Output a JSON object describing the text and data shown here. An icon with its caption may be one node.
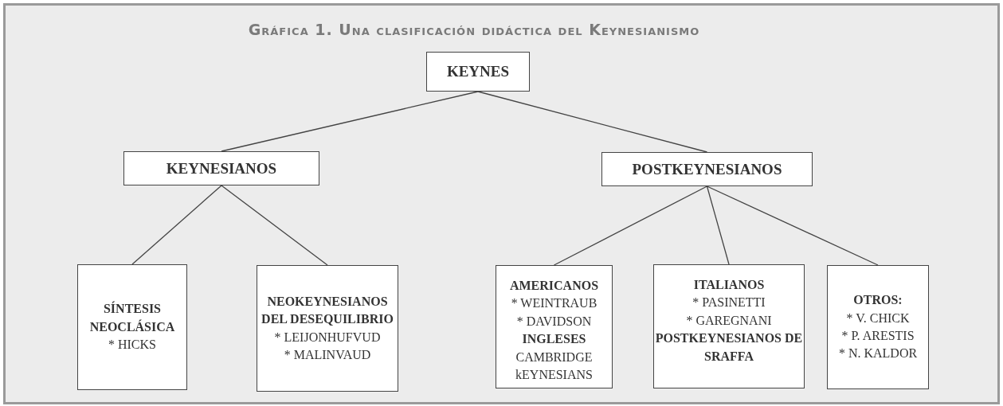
{
  "diagram": {
    "title": "Gráfica 1. Una clasificación didáctica del Keynesianismo",
    "nodes": [
      {
        "text": [
          "KEYNES"
        ]
      },
      {
        "text": [
          "KEYNESIANOS"
        ]
      },
      {
        "text": [
          "POSTKEYNESIANOS"
        ]
      },
      {
        "text": [
          "**SÍNTESIS NEOCLÁSICA**",
          "* HICKS"
        ]
      },
      {
        "text": [
          "**NEOKEYNESIANOS DEL DESEQUILIBRIO**",
          "* LEIJONHUFVUD",
          "* MALINVAUD"
        ]
      },
      {
        "text": [
          "**AMERICANOS**",
          "* WEINTRAUB",
          "* DAVIDSON",
          "**INGLESES**",
          "CAMBRIDGE kEYNESIANS"
        ]
      },
      {
        "text": [
          "**ITALIANOS**",
          "* PASINETTI",
          "* GAREGNANI",
          "**POSTKEYNESIANOS DE SRAFFA**"
        ]
      },
      {
        "text": [
          "**OTROS:**",
          "* V. CHICK",
          "* P. ARESTIS",
          "* N. KALDOR"
        ]
      }
    ],
    "edges": [
      {
        "from": 0,
        "to": 1,
        "arrow": "none"
      },
      {
        "from": 0,
        "to": 2,
        "arrow": "none"
      },
      {
        "from": 1,
        "to": 3,
        "arrow": "none"
      },
      {
        "from": 1,
        "to": 4,
        "arrow": "none"
      },
      {
        "from": 2,
        "to": 5,
        "arrow": "none"
      },
      {
        "from": 2,
        "to": 6,
        "arrow": "none"
      },
      {
        "from": 2,
        "to": 7,
        "arrow": "none"
      }
    ]
  }
}
